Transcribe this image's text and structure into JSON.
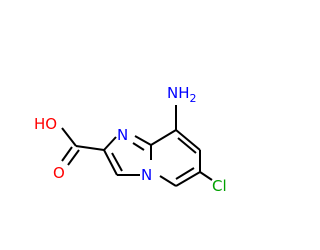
{
  "molecule": {
    "labels": {
      "amine": "NH",
      "amine_subscript": "2",
      "ring_n_top": "N",
      "ring_n_bridge": "N",
      "hydroxyl": "HO",
      "carbonyl_o": "O",
      "chlorine": "Cl"
    },
    "colors": {
      "bond": "#000000",
      "nitrogen": "#0000ff",
      "oxygen": "#ff0000",
      "chlorine": "#00a000"
    }
  }
}
